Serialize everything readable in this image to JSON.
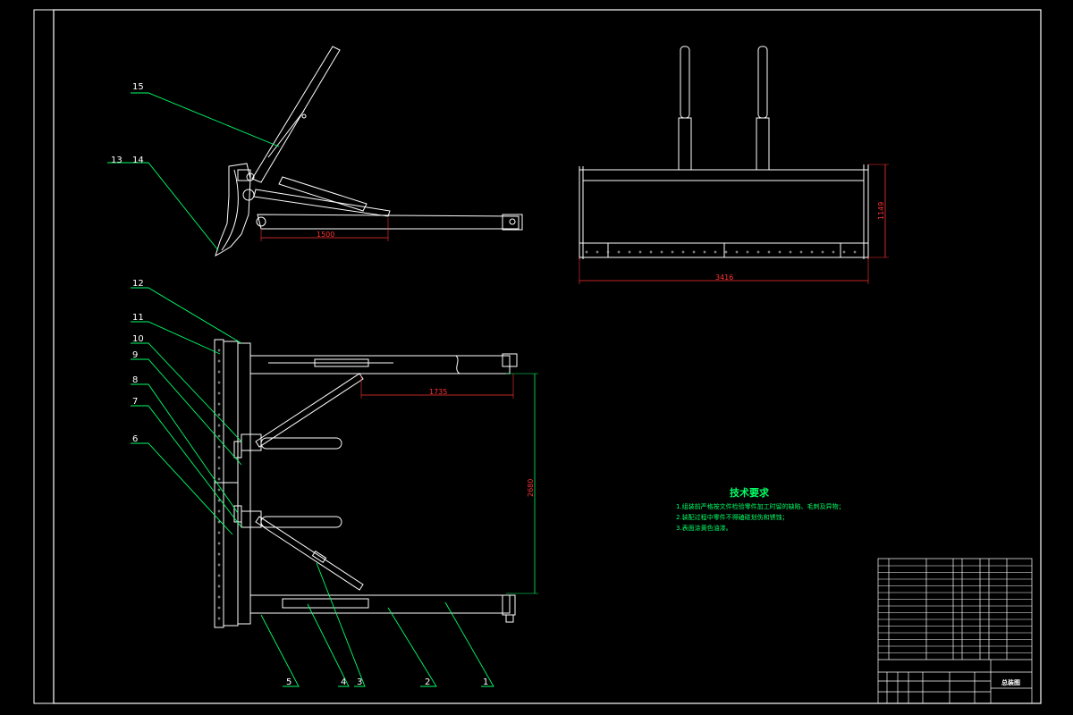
{
  "balloons": {
    "b1": "1",
    "b2": "2",
    "b3": "3",
    "b4": "4",
    "b5": "5",
    "b6": "6",
    "b7": "7",
    "b8": "8",
    "b9": "9",
    "b10": "10",
    "b11": "11",
    "b12": "12",
    "b13": "13",
    "b14": "14",
    "b15": "15"
  },
  "dimensions": {
    "side_length": "1500",
    "top_width": "3416",
    "top_height": "1149",
    "plan_length": "1735",
    "plan_width": "2680"
  },
  "notes": {
    "title": "技术要求",
    "line1": "1.组装前严格按文件检验零件加工时留的缺陷、毛刺及异物；",
    "line2": "2.装配过程中零件不得磕碰划伤和锈蚀；",
    "line3": "3.表面涂黄色油漆。"
  },
  "title_block": {
    "drawing_name": "总装图"
  },
  "colors": {
    "background": "#000000",
    "outline": "#ffffff",
    "leader": "#00ff66",
    "dimension": "#ff3333",
    "note": "#00ff66"
  }
}
